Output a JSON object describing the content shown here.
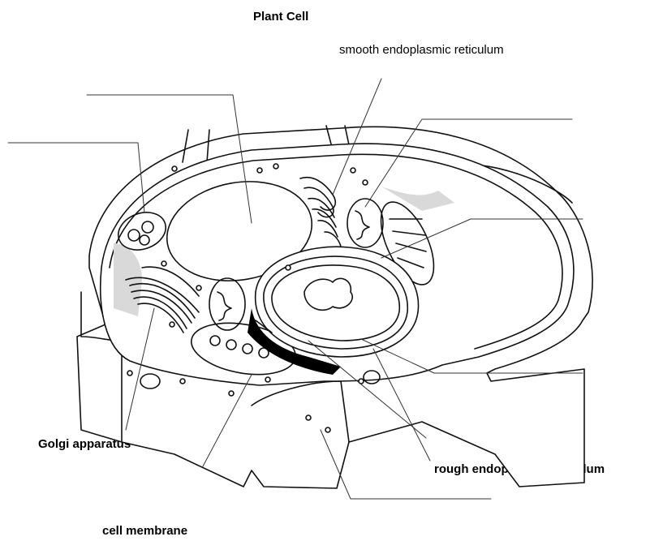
{
  "title": "Plant Cell",
  "labels": {
    "smooth_er": "smooth endoplasmic reticulum",
    "golgi": "Golgi apparatus",
    "rough_er": "rough endoplasmic reticulum",
    "cell_membrane": "cell membrane"
  },
  "colors": {
    "ink": "#111111",
    "fill": "#ffffff",
    "shade": "#d9d9d9",
    "dark": "#000000"
  }
}
